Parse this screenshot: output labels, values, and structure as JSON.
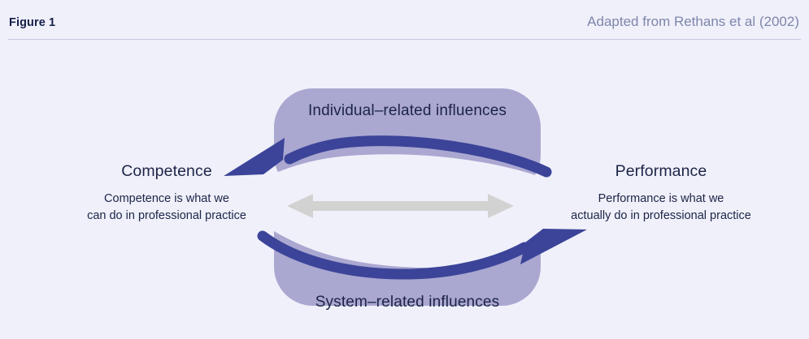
{
  "header": {
    "figure_label": "Figure 1",
    "attribution": "Adapted from Rethans et al (2002)"
  },
  "diagram": {
    "left": {
      "title": "Competence",
      "description_line1": "Competence is what we",
      "description_line2": "can do in professional practice"
    },
    "right": {
      "title": "Performance",
      "description_line1": "Performance is what we",
      "description_line2": "actually do in professional practice"
    },
    "bands": {
      "top_label": "Individual–related influences",
      "bottom_label": "System–related influences"
    },
    "arrows": {
      "top_arrow_direction": "points-left",
      "bottom_arrow_direction": "points-right",
      "center_arrow_direction": "bidirectional"
    }
  },
  "colors": {
    "background": "#f0f0fa",
    "band_fill": "#aaa7d1",
    "arrow_navy": "#3b4498",
    "center_arrow_grey": "#d2d2d2",
    "text_dark": "#1c2447",
    "text_muted": "#7e86ab",
    "rule": "#c3c7de"
  }
}
